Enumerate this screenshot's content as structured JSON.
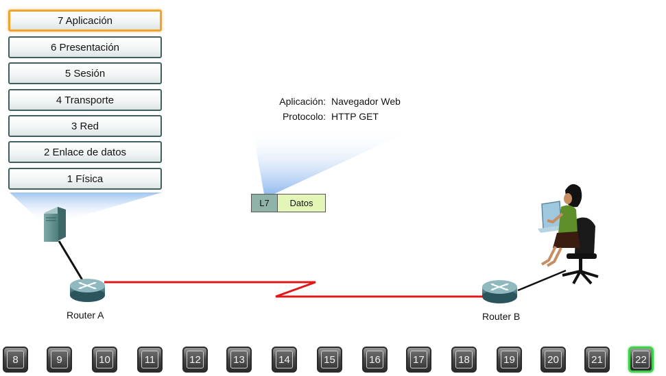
{
  "osi_layers": [
    {
      "label": "7 Aplicación",
      "active": true
    },
    {
      "label": "6 Presentación",
      "active": false
    },
    {
      "label": "5 Sesión",
      "active": false
    },
    {
      "label": "4 Transporte",
      "active": false
    },
    {
      "label": "3 Red",
      "active": false
    },
    {
      "label": "2 Enlace de datos",
      "active": false
    },
    {
      "label": "1 Física",
      "active": false
    }
  ],
  "info": {
    "application_label": "Aplicación:",
    "application_value": "Navegador Web",
    "protocol_label": "Protocolo:",
    "protocol_value": "HTTP GET"
  },
  "pdu": {
    "header": "L7",
    "data": "Datos"
  },
  "routers": {
    "a_label": "Router A",
    "b_label": "Router B"
  },
  "nav": {
    "steps": [
      "8",
      "9",
      "10",
      "11",
      "12",
      "13",
      "14",
      "15",
      "16",
      "17",
      "18",
      "19",
      "20",
      "21",
      "22"
    ],
    "current": "22"
  },
  "colors": {
    "highlight_border": "#f0a430",
    "wan_link": "#e01818",
    "current_step": "#3fcf4a",
    "layer_border": "#3f5f5f"
  }
}
